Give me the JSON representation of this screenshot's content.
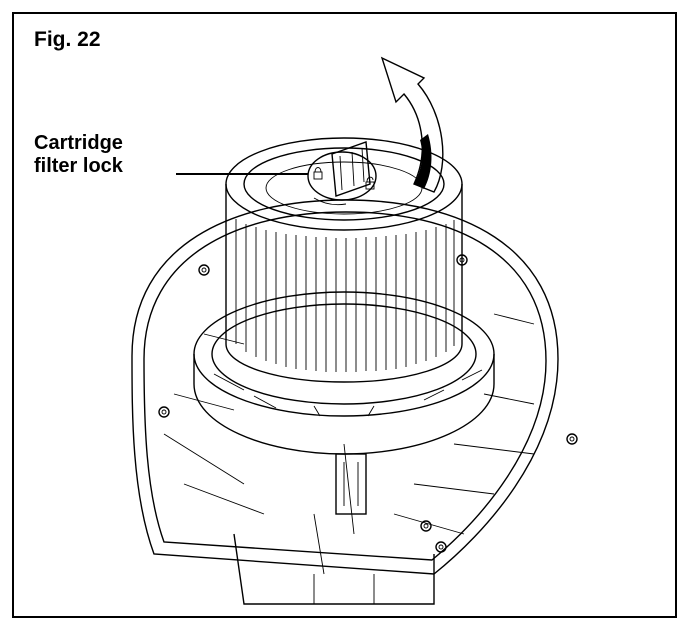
{
  "figure": {
    "label": "Fig. 22",
    "callout": {
      "line1": "Cartridge",
      "line2": "filter lock"
    }
  },
  "illustration": {
    "subject": "cartridge filter mounted on vacuum lid",
    "icons": [
      "rotation-arrow-icon",
      "lock-icon",
      "unlock-icon"
    ],
    "colors": {
      "line": "#000000",
      "fill": "#ffffff",
      "frame": "#000000"
    }
  }
}
